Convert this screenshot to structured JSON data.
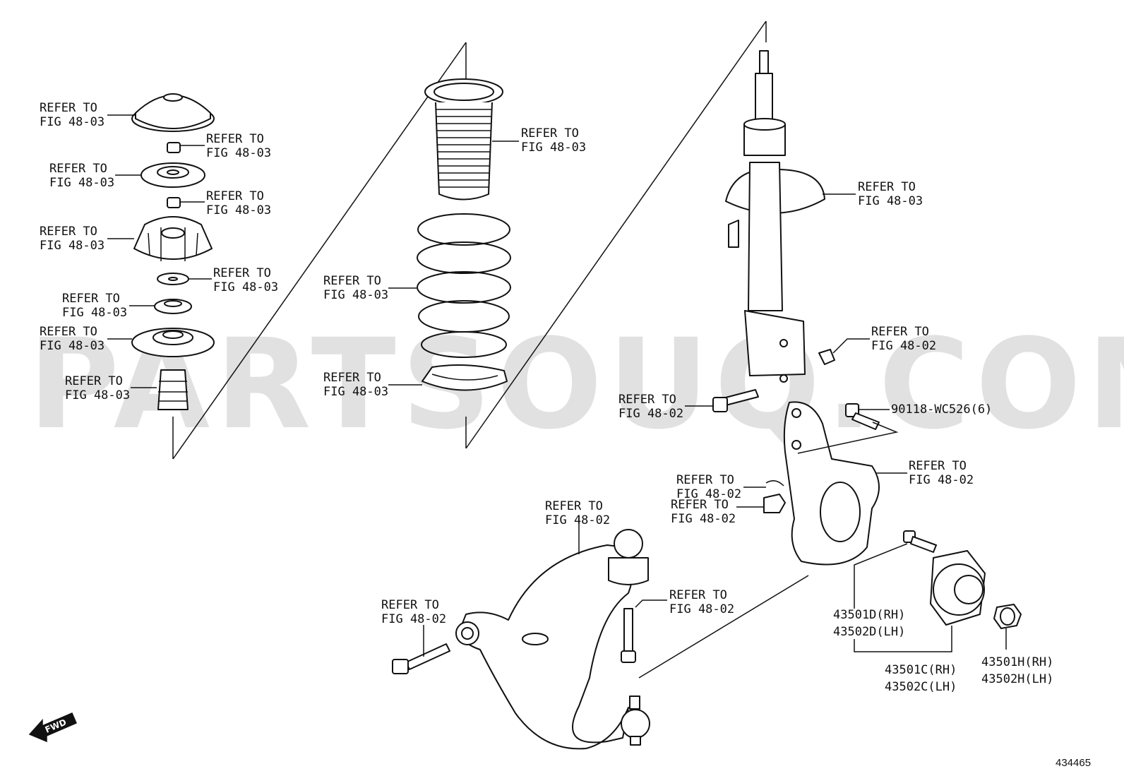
{
  "diagram": {
    "watermark": "PARTSOUQ.COM",
    "drawing_number": "434465",
    "fwd_label": "FWD",
    "callouts": [
      {
        "id": "c1",
        "line1": "REFER TO",
        "line2": "FIG 48-03"
      },
      {
        "id": "c2",
        "line1": "REFER TO",
        "line2": "FIG 48-03"
      },
      {
        "id": "c3",
        "line1": "REFER TO",
        "line2": "FIG 48-03"
      },
      {
        "id": "c4",
        "line1": "REFER TO",
        "line2": "FIG 48-03"
      },
      {
        "id": "c5",
        "line1": "REFER TO",
        "line2": "FIG 48-03"
      },
      {
        "id": "c6",
        "line1": "REFER TO",
        "line2": "FIG 48-03"
      },
      {
        "id": "c7",
        "line1": "REFER TO",
        "line2": "FIG 48-03"
      },
      {
        "id": "c8",
        "line1": "REFER TO",
        "line2": "FIG 48-03"
      },
      {
        "id": "c9",
        "line1": "REFER TO",
        "line2": "FIG 48-03"
      },
      {
        "id": "c10",
        "line1": "REFER TO",
        "line2": "FIG 48-03"
      },
      {
        "id": "c11",
        "line1": "REFER TO",
        "line2": "FIG 48-03"
      },
      {
        "id": "c12",
        "line1": "REFER TO",
        "line2": "FIG 48-03"
      },
      {
        "id": "c13",
        "line1": "REFER TO",
        "line2": "FIG 48-03"
      },
      {
        "id": "c14",
        "line1": "REFER TO",
        "line2": "FIG 48-02"
      },
      {
        "id": "c15",
        "line1": "REFER TO",
        "line2": "FIG 48-02"
      },
      {
        "id": "c16",
        "line1": "REFER TO",
        "line2": "FIG 48-02"
      },
      {
        "id": "c17",
        "line1": "REFER TO",
        "line2": "FIG 48-02"
      },
      {
        "id": "c18",
        "line1": "REFER TO",
        "line2": "FIG 48-02"
      },
      {
        "id": "c19",
        "line1": "REFER TO",
        "line2": "FIG 48-02"
      },
      {
        "id": "c20",
        "line1": "REFER TO",
        "line2": "FIG 48-02"
      },
      {
        "id": "c21",
        "line1": "REFER TO",
        "line2": "FIG 48-02"
      }
    ],
    "part_numbers": {
      "bolt_set": "90118-WC526(6)",
      "hub_bolt_rh": "43501D(RH)",
      "hub_bolt_lh": "43502D(LH)",
      "hub_rh": "43501C(RH)",
      "hub_lh": "43502C(LH)",
      "nut_rh": "43501H(RH)",
      "nut_lh": "43502H(LH)"
    }
  }
}
